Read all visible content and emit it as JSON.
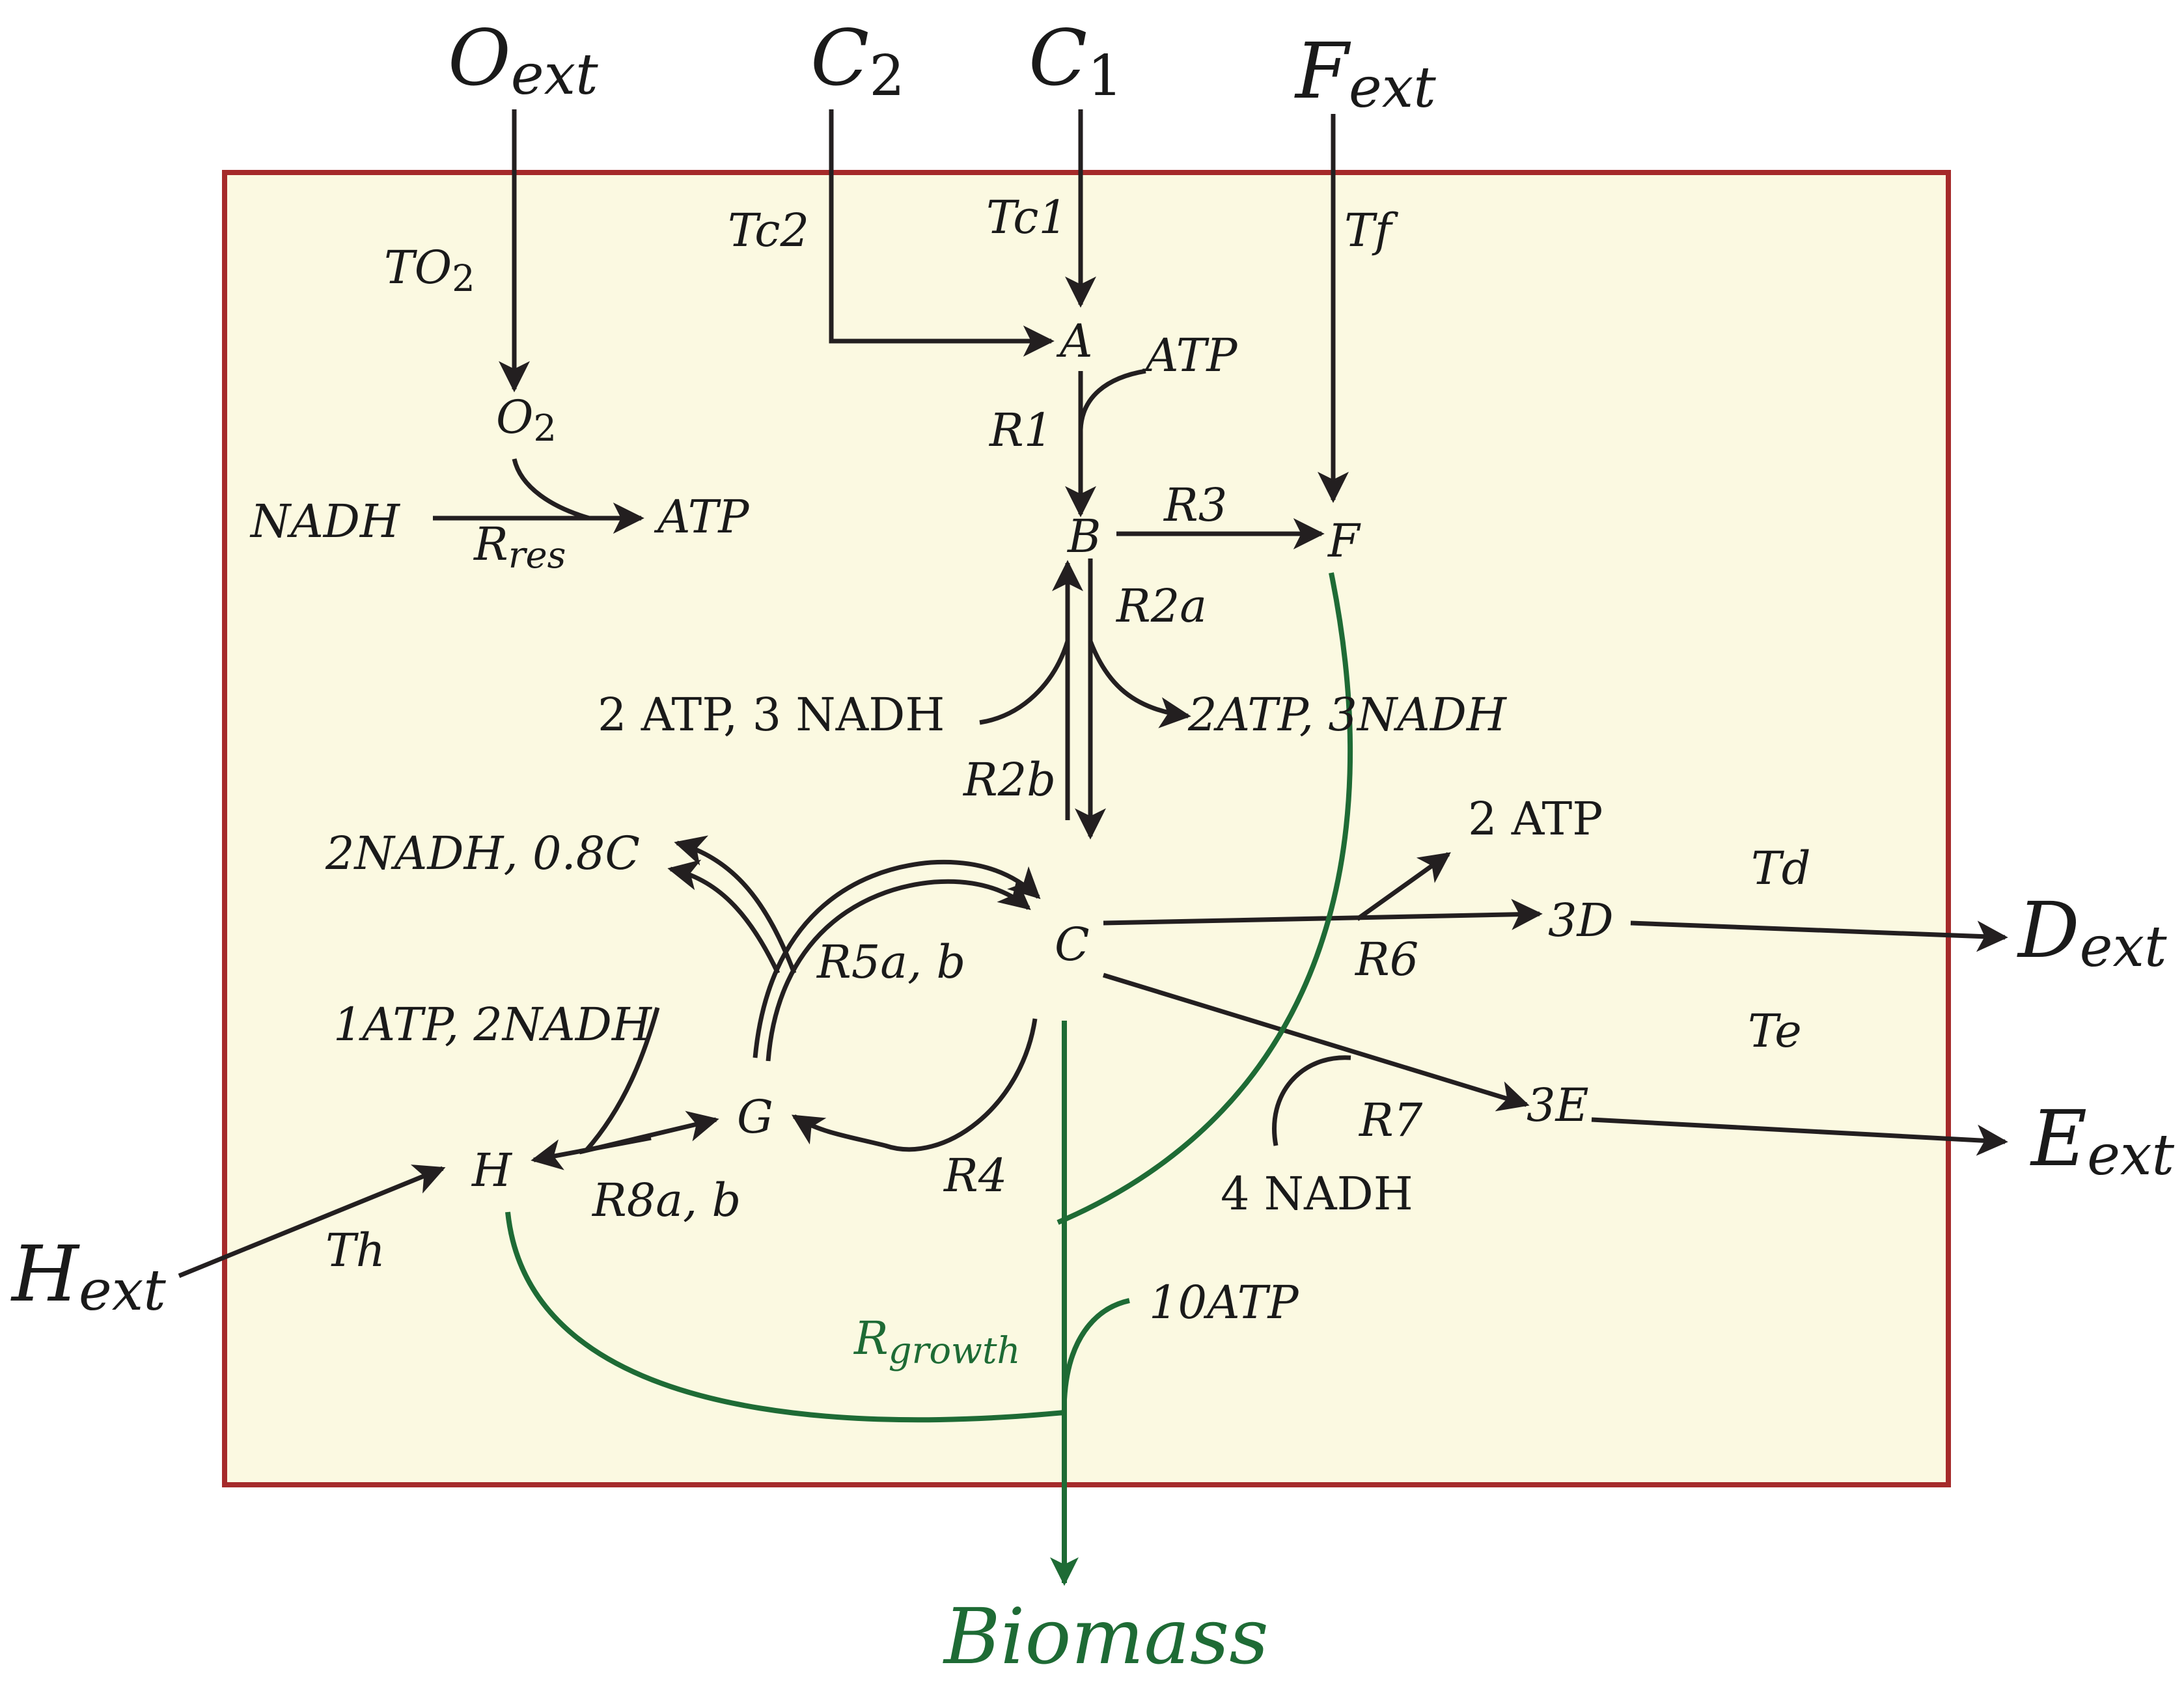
{
  "colors": {
    "cell_fill": "#fbf9e1",
    "cell_border": "#a52a2a",
    "arrow": "#231f20",
    "growth": "#1e6b35"
  },
  "external": {
    "O": {
      "base": "O",
      "sub": "ext"
    },
    "C2": {
      "base": "C",
      "sub": "2"
    },
    "C1": {
      "base": "C",
      "sub": "1"
    },
    "F": {
      "base": "F",
      "sub": "ext"
    },
    "D": {
      "base": "D",
      "sub": "ext"
    },
    "E": {
      "base": "E",
      "sub": "ext"
    },
    "H": {
      "base": "H",
      "sub": "ext"
    }
  },
  "metabolites": {
    "O2": {
      "base": "O",
      "sub": "2"
    },
    "A": "A",
    "B": "B",
    "F": "F",
    "C": "C",
    "G": "G",
    "H": "H",
    "D3": "3D",
    "E3": "3E",
    "nadh_res": "NADH",
    "atp_res": "ATP",
    "atp_r1": "ATP"
  },
  "transports": {
    "to2": {
      "base": "TO",
      "sub": "2"
    },
    "tc2": "Tc2",
    "tc1": "Tc1",
    "tf": "Tf",
    "td": "Td",
    "te": "Te",
    "th": "Th"
  },
  "reactions": {
    "r1": "R1",
    "r3": "R3",
    "r2a": "R2a",
    "r2b": "R2b",
    "r5": "R5a, b",
    "r6": "R6",
    "r7": "R7",
    "r4": "R4",
    "r8": "R8a, b",
    "rres": {
      "base": "R",
      "sub": "res"
    },
    "rgrowth": {
      "base": "R",
      "sub": "growth"
    }
  },
  "cofactors": {
    "r2b_in": "2 ATP, 3 NADH",
    "r2a_out": "2ATP, 3NADH",
    "r6_out": "2 ATP",
    "r5_out": "2NADH, 0.8C",
    "r8_in": "1ATP, 2NADH",
    "r7_in": "4 NADH",
    "growth_atp": "10ATP"
  },
  "biomass": "Biomass"
}
